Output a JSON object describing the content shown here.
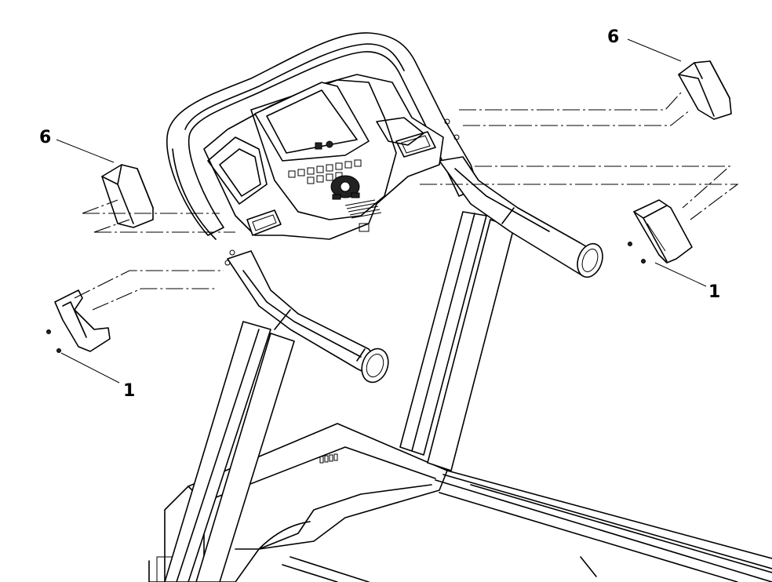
{
  "diagram": {
    "type": "exploded-parts-view",
    "callouts": {
      "top_right": "6",
      "left": "6",
      "right_screw": "1",
      "left_screw": "1"
    }
  }
}
